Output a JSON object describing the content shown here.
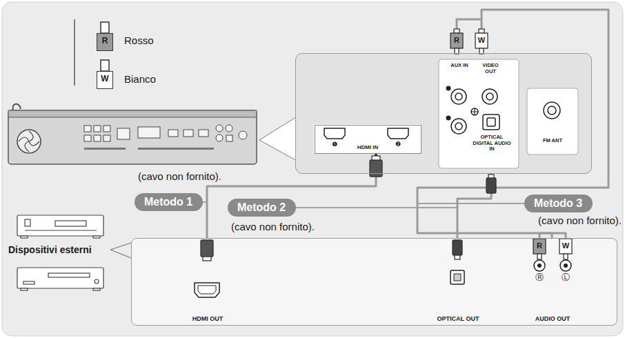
{
  "diagram": {
    "nodes": [
      {
        "text": [
          "AUX IN",
          "VIDEO OUT",
          "OPTICAL DIGITAL AUDIO IN",
          "FM ANT"
        ]
      },
      {
        "text": [
          "HDMI IN"
        ],
        "in": 0
      },
      {
        "text": [
          "HDMI OUT",
          "OPTICAL OUT",
          "AUDIO OUT"
        ]
      },
      {
        "text": [
          "Metodo 1"
        ]
      },
      {
        "text": [
          "Metodo 2"
        ]
      },
      {
        "text": [
          "Metodo 3"
        ]
      }
    ],
    "edges": [
      {
        "from": 2,
        "to": 1,
        "arrow": "to"
      },
      {
        "from": 2,
        "to": 0,
        "arrow": "none"
      },
      {
        "from": 2,
        "to": 0,
        "arrow": "none"
      }
    ],
    "labels": [
      "R",
      "W",
      "❶",
      "❷",
      "R",
      "W",
      "R",
      "W",
      "Ⓡ",
      "Ⓛ",
      "(cavo non fornito).",
      "(cavo non fornito).",
      "(cavo non fornito).",
      "Dispositivi esterni"
    ],
    "legend": [
      {
        "text": "Rosso",
        "color": "#9a9a9a"
      },
      {
        "text": "Bianco",
        "color": "#ffffff"
      }
    ]
  }
}
